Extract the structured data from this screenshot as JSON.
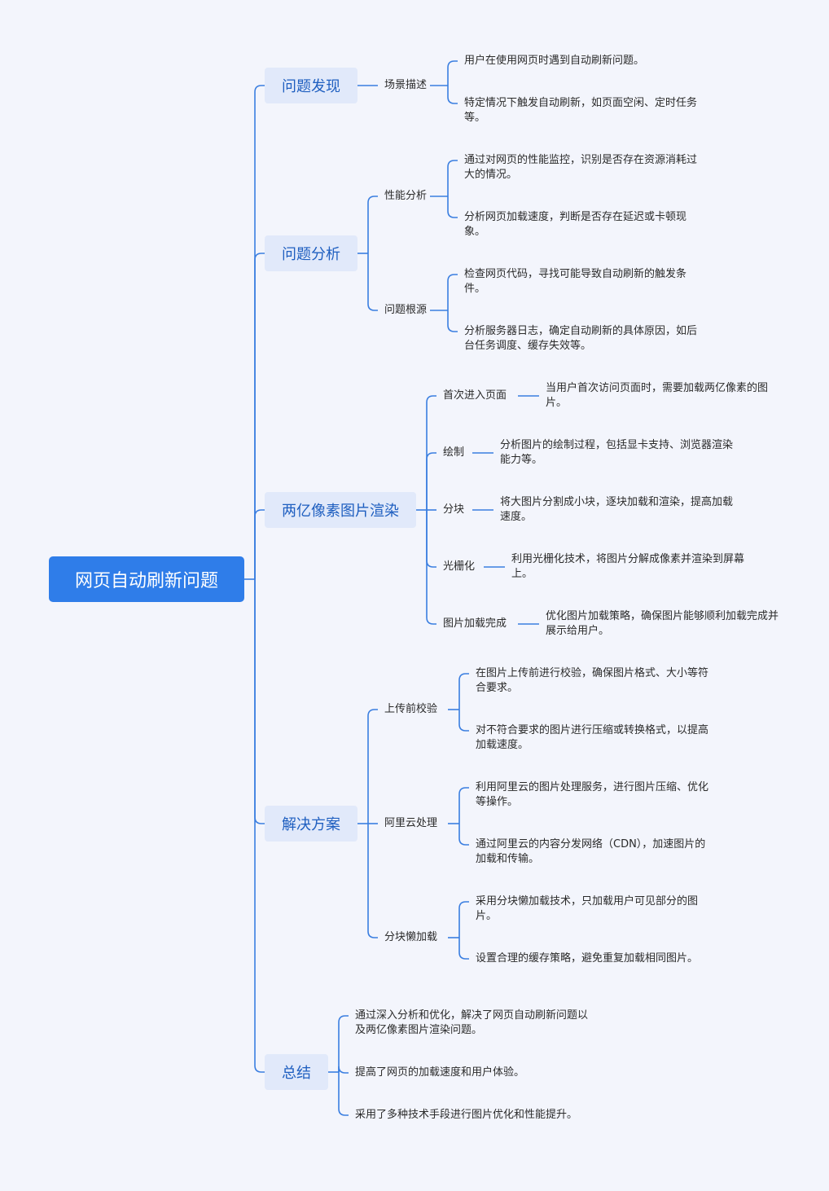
{
  "colors": {
    "line": "#3a7ee0",
    "root_bg": "#2f7de9",
    "l1_bg": "#e1e9fa",
    "l1_text": "#1f5fc0",
    "background": "#f3f5fc"
  },
  "root": "网页自动刷新问题",
  "branches": [
    {
      "label": "问题发现",
      "children": [
        {
          "label": "场景描述",
          "leaves": [
            "用户在使用网页时遇到自动刷新问题。",
            "特定情况下触发自动刷新，如页面空闲、定时任务等。"
          ]
        }
      ]
    },
    {
      "label": "问题分析",
      "children": [
        {
          "label": "性能分析",
          "leaves": [
            "通过对网页的性能监控，识别是否存在资源消耗过大的情况。",
            "分析网页加载速度，判断是否存在延迟或卡顿现象。"
          ]
        },
        {
          "label": "问题根源",
          "leaves": [
            "检查网页代码，寻找可能导致自动刷新的触发条件。",
            "分析服务器日志，确定自动刷新的具体原因，如后台任务调度、缓存失效等。"
          ]
        }
      ]
    },
    {
      "label": "两亿像素图片渲染",
      "children": [
        {
          "label": "首次进入页面",
          "leaves": [
            "当用户首次访问页面时，需要加载两亿像素的图片。"
          ]
        },
        {
          "label": "绘制",
          "leaves": [
            "分析图片的绘制过程，包括显卡支持、浏览器渲染能力等。"
          ]
        },
        {
          "label": "分块",
          "leaves": [
            "将大图片分割成小块，逐块加载和渲染，提高加载速度。"
          ]
        },
        {
          "label": "光栅化",
          "leaves": [
            "利用光栅化技术，将图片分解成像素并渲染到屏幕上。"
          ]
        },
        {
          "label": "图片加载完成",
          "leaves": [
            "优化图片加载策略，确保图片能够顺利加载完成并展示给用户。"
          ]
        }
      ]
    },
    {
      "label": "解决方案",
      "children": [
        {
          "label": "上传前校验",
          "leaves": [
            "在图片上传前进行校验，确保图片格式、大小等符合要求。",
            "对不符合要求的图片进行压缩或转换格式，以提高加载速度。"
          ]
        },
        {
          "label": "阿里云处理",
          "leaves": [
            "利用阿里云的图片处理服务，进行图片压缩、优化等操作。",
            "通过阿里云的内容分发网络（CDN），加速图片的加载和传输。"
          ]
        },
        {
          "label": "分块懒加载",
          "leaves": [
            "采用分块懒加载技术，只加载用户可见部分的图片。",
            "设置合理的缓存策略，避免重复加载相同图片。"
          ]
        }
      ]
    },
    {
      "label": "总结",
      "leaves": [
        "通过深入分析和优化，解决了网页自动刷新问题以及两亿像素图片渲染问题。",
        "提高了网页的加载速度和用户体验。",
        "采用了多种技术手段进行图片优化和性能提升。"
      ]
    }
  ]
}
